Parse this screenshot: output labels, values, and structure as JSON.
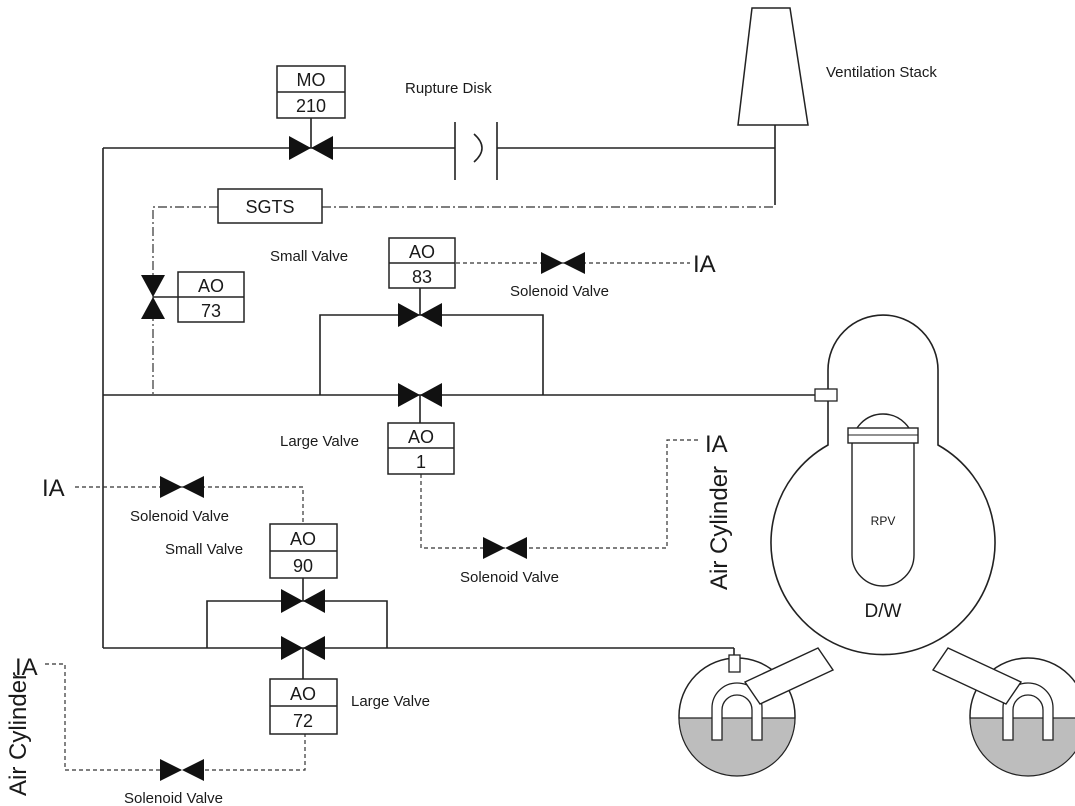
{
  "boxes": {
    "mo210": {
      "type": "MO",
      "number": "210"
    },
    "sgts": {
      "label": "SGTS"
    },
    "ao83": {
      "type": "AO",
      "number": "83"
    },
    "ao73": {
      "type": "AO",
      "number": "73"
    },
    "ao1": {
      "type": "AO",
      "number": "1"
    },
    "ao90": {
      "type": "AO",
      "number": "90"
    },
    "ao72": {
      "type": "AO",
      "number": "72"
    }
  },
  "labels": {
    "rupture_disk": "Rupture Disk",
    "ventilation_stack": "Ventilation Stack",
    "ao83_size": "Small Valve",
    "ao83_solenoid": "Solenoid Valve",
    "ia_ao83": "IA",
    "ao1_size": "Large Valve",
    "ia_ao1": "IA",
    "air_cylinder_ao1": "Air Cylinder",
    "ao1_solenoid": "Solenoid Valve",
    "ia_ao90": "IA",
    "ao90_solenoid": "Solenoid Valve",
    "ao90_size": "Small Valve",
    "ao72_size": "Large Valve",
    "ia_ao72": "IA",
    "air_cylinder_ao72": "Air Cylinder",
    "ao72_solenoid": "Solenoid Valve",
    "rpv": "RPV",
    "dw": "D/W"
  },
  "colors": {
    "line": "#222222",
    "suppression_pool_water": "#bdbdbd",
    "background": "#ffffff"
  }
}
